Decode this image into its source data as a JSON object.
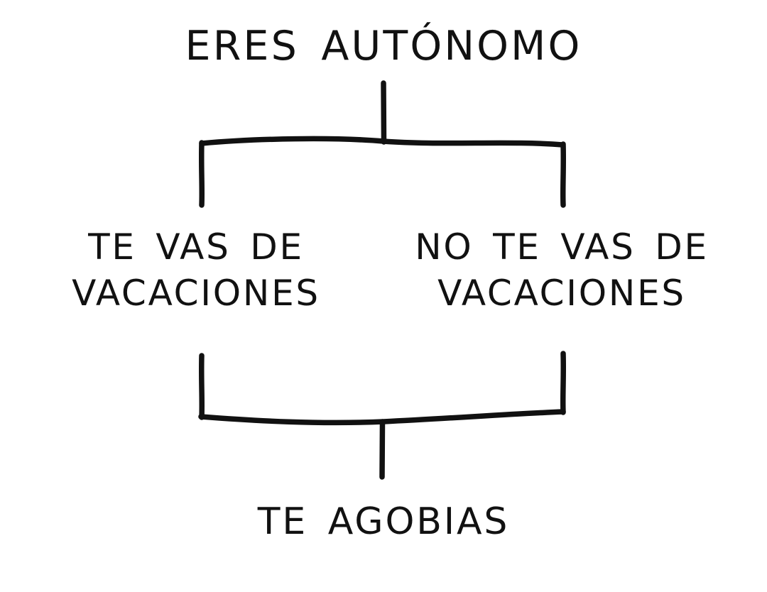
{
  "diagram": {
    "title": "ERES AUTÓNOMO",
    "style": "hand-drawn-marker-flowchart",
    "background_color": "#ffffff",
    "stroke_color": "#111111",
    "nodes": {
      "root": {
        "label": "ERES AUTÓNOMO",
        "role": "start"
      },
      "branch_left": {
        "label": "TE VAS DE\nVACACIONES",
        "role": "option"
      },
      "branch_right": {
        "label": "NO TE VAS DE\nVACACIONES",
        "role": "option"
      },
      "outcome": {
        "label": "TE AGOBIAS",
        "role": "end"
      }
    },
    "edges": [
      {
        "from": "root",
        "to": "branch_left",
        "type": "split-bracket"
      },
      {
        "from": "root",
        "to": "branch_right",
        "type": "split-bracket"
      },
      {
        "from": "branch_left",
        "to": "outcome",
        "type": "merge-bracket"
      },
      {
        "from": "branch_right",
        "to": "outcome",
        "type": "merge-bracket"
      }
    ]
  }
}
